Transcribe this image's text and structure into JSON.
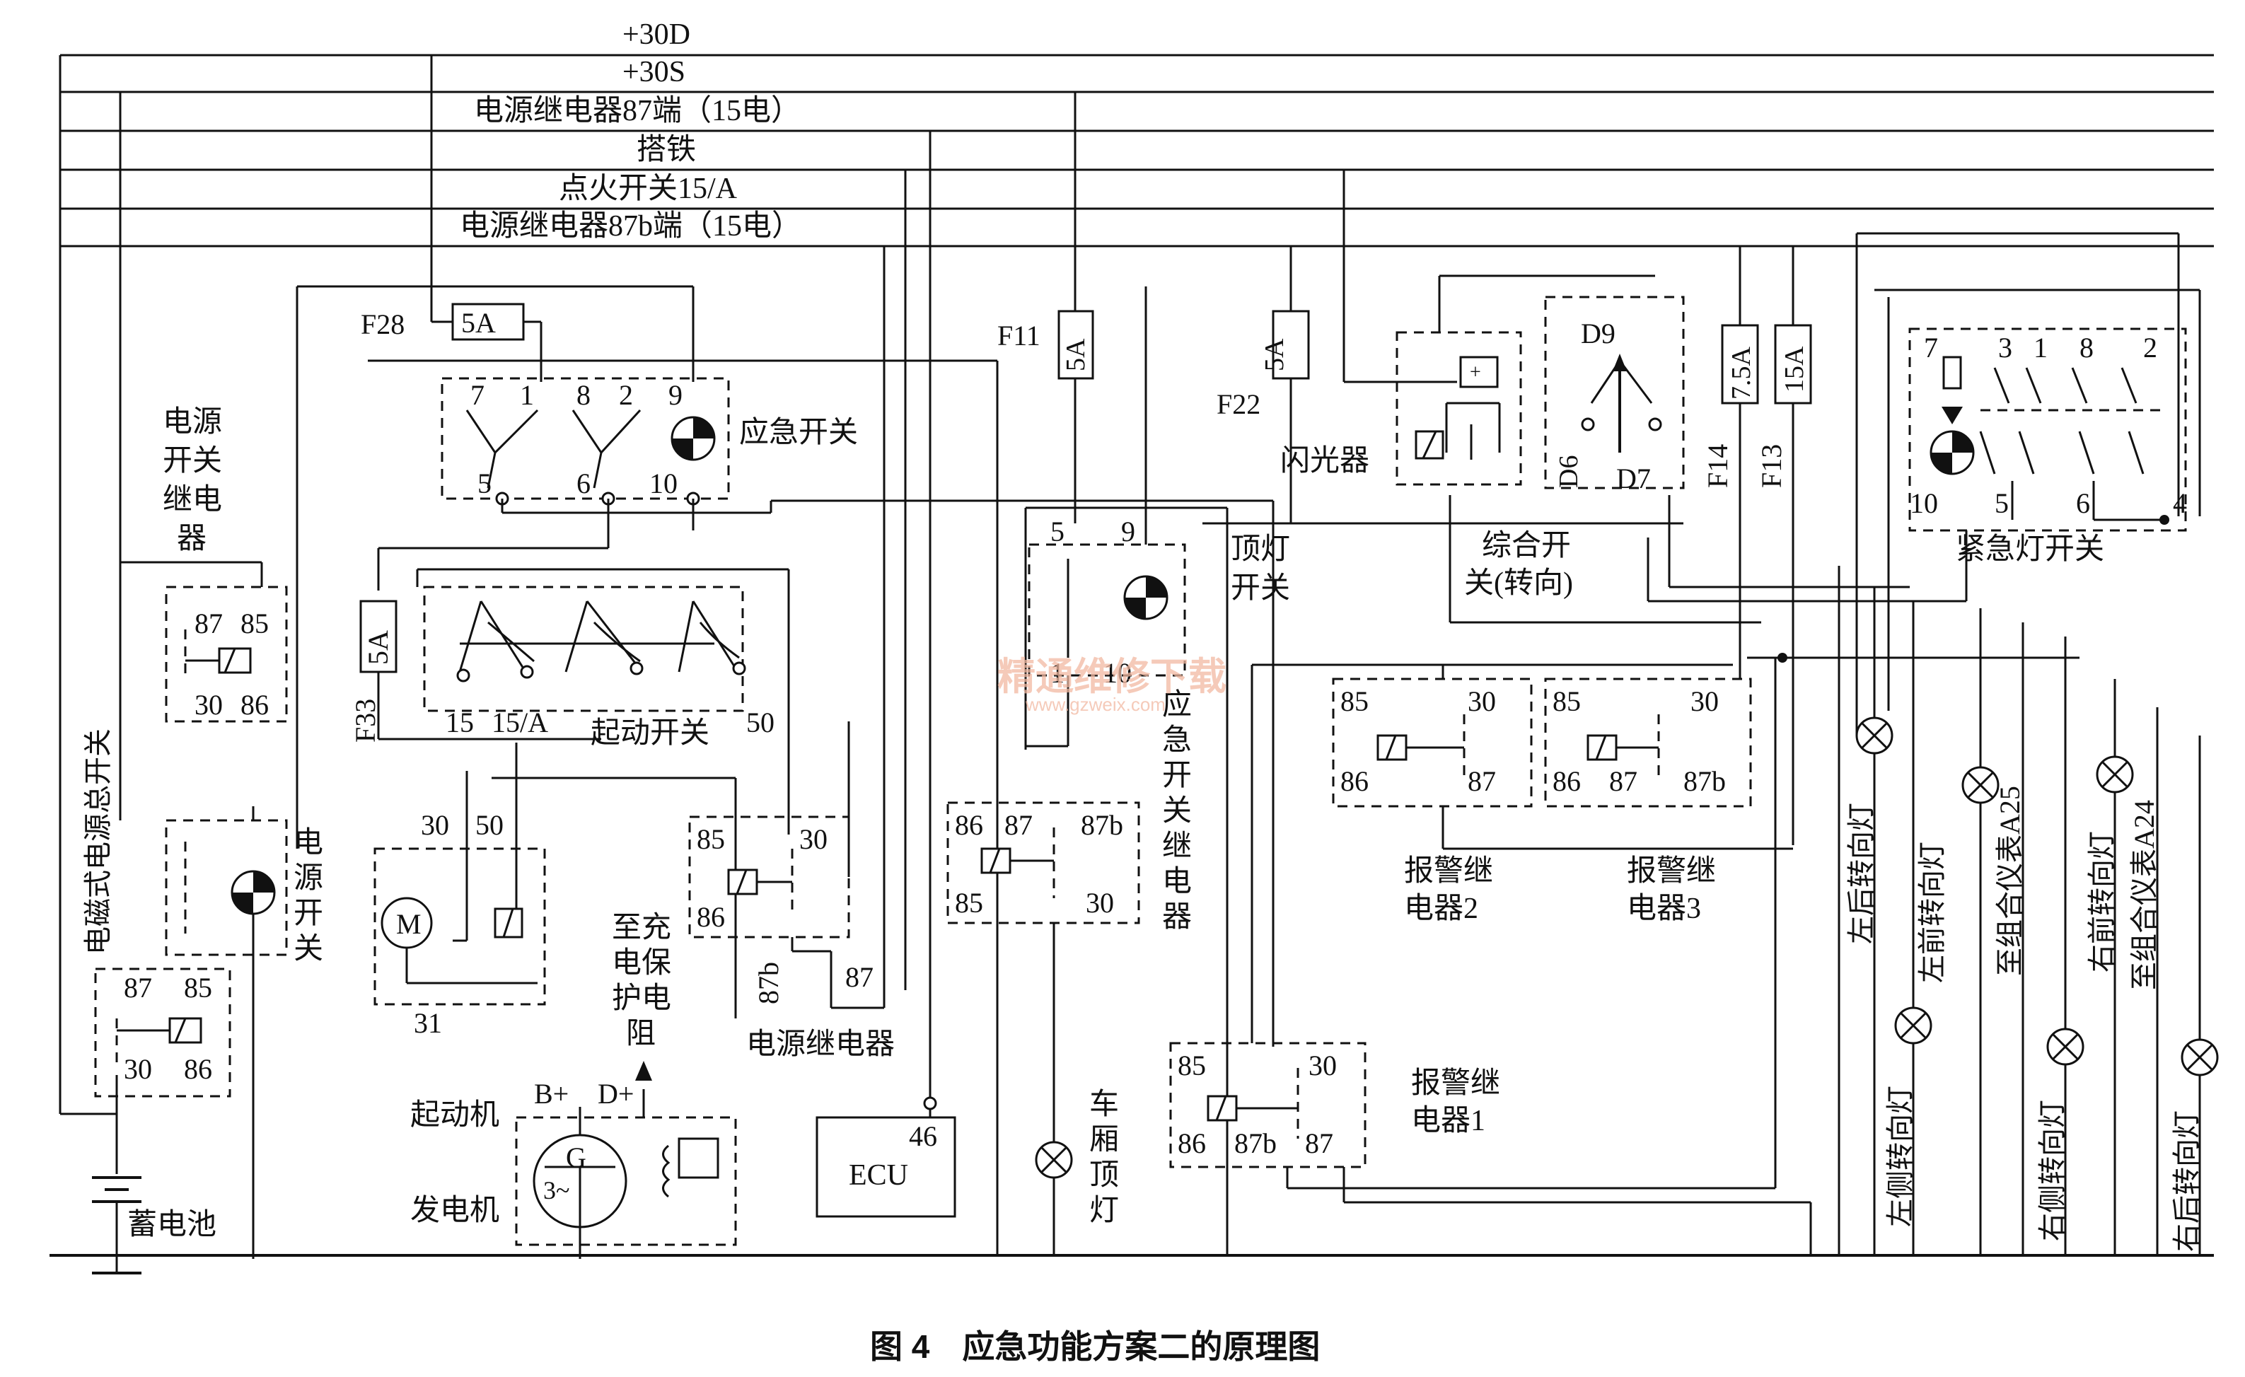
{
  "buses": {
    "b30d": "+30D",
    "b30s": "+30S",
    "relay87": "电源继电器87端（15电）",
    "ground": "搭铁",
    "ign": "点火开关15/A",
    "relay87b": "电源继电器87b端（15电）"
  },
  "fuses": {
    "f28": "F28",
    "f28_val": "5A",
    "f11": "F11",
    "f11_val": "5A",
    "f22": "F22",
    "f22_val": "5A",
    "f14": "F14",
    "f14_val": "7.5A",
    "f13": "F13",
    "f13_val": "15A",
    "f33": "F33",
    "f33_val": "5A"
  },
  "emergency_switch": {
    "label": "应急开关",
    "pins": [
      "7",
      "1",
      "8",
      "2",
      "9",
      "5",
      "6",
      "10"
    ]
  },
  "power_switch_relay": {
    "label_lines": [
      "电源",
      "开关",
      "继电",
      "器"
    ],
    "pins": [
      "87",
      "85",
      "30",
      "86"
    ]
  },
  "master_switch": {
    "label": "电磁式电源总开关",
    "pins": [
      "87",
      "85",
      "30",
      "86"
    ]
  },
  "power_switch": {
    "label_lines": [
      "电",
      "源",
      "开",
      "关"
    ]
  },
  "start_switch": {
    "label": "起动开关",
    "pins": [
      "15",
      "15/A",
      "50"
    ]
  },
  "starter": {
    "label": "起动机",
    "pins": [
      "30",
      "50",
      "31"
    ],
    "motor": "M"
  },
  "generator": {
    "label": "发电机",
    "bplus": "B+",
    "dplus": "D+",
    "g": "G",
    "phase": "3~"
  },
  "charge_protect": {
    "label_lines": [
      "至充",
      "电保",
      "护电",
      "阻"
    ]
  },
  "battery": {
    "label": "蓄电池"
  },
  "power_relay": {
    "label": "电源继电器",
    "pins": [
      "85",
      "30",
      "86",
      "87b",
      "87"
    ]
  },
  "ecu": {
    "label": "ECU",
    "pin": "46"
  },
  "dome_switch": {
    "label_lines": [
      "顶灯",
      "开关"
    ],
    "pins": [
      "5",
      "9",
      "1",
      "10"
    ]
  },
  "emergency_relay": {
    "label_chars": [
      "应",
      "急",
      "开",
      "关",
      "继",
      "电",
      "器"
    ],
    "pins": [
      "86",
      "87",
      "87b",
      "85",
      "30"
    ]
  },
  "cabin_lamp": {
    "label_chars": [
      "车",
      "厢",
      "顶",
      "灯"
    ]
  },
  "flasher": {
    "label": "闪光器"
  },
  "combo_switch": {
    "label_lines": [
      "综合开",
      "关(转向)"
    ],
    "pins": [
      "D9",
      "D6",
      "D7"
    ]
  },
  "hazard_switch": {
    "label": "紧急灯开关",
    "pins": [
      "7",
      "3",
      "1",
      "8",
      "2",
      "10",
      "5",
      "6",
      "4"
    ]
  },
  "alarm_relay1": {
    "label_lines": [
      "报警继",
      "电器1"
    ],
    "pins": [
      "85",
      "30",
      "86",
      "87b",
      "87"
    ]
  },
  "alarm_relay2": {
    "label_lines": [
      "报警继",
      "电器2"
    ],
    "pins": [
      "85",
      "30",
      "86",
      "87"
    ]
  },
  "alarm_relay3": {
    "label_lines": [
      "报警继",
      "电器3"
    ],
    "pins": [
      "85",
      "30",
      "86",
      "87",
      "87b"
    ]
  },
  "lamps": {
    "l_rear": "左后转向灯",
    "l_side": "左侧转向灯",
    "l_front": "左前转向灯",
    "to_a25": "至组合仪表A25",
    "r_side": "右侧转向灯",
    "r_front": "右前转向灯",
    "to_a24": "至组合仪表A24",
    "r_rear": "右后转向灯"
  },
  "watermark": {
    "title": "精通维修下载",
    "url": "www.gzweix.com"
  },
  "caption": "图 4　应急功能方案二的原理图"
}
